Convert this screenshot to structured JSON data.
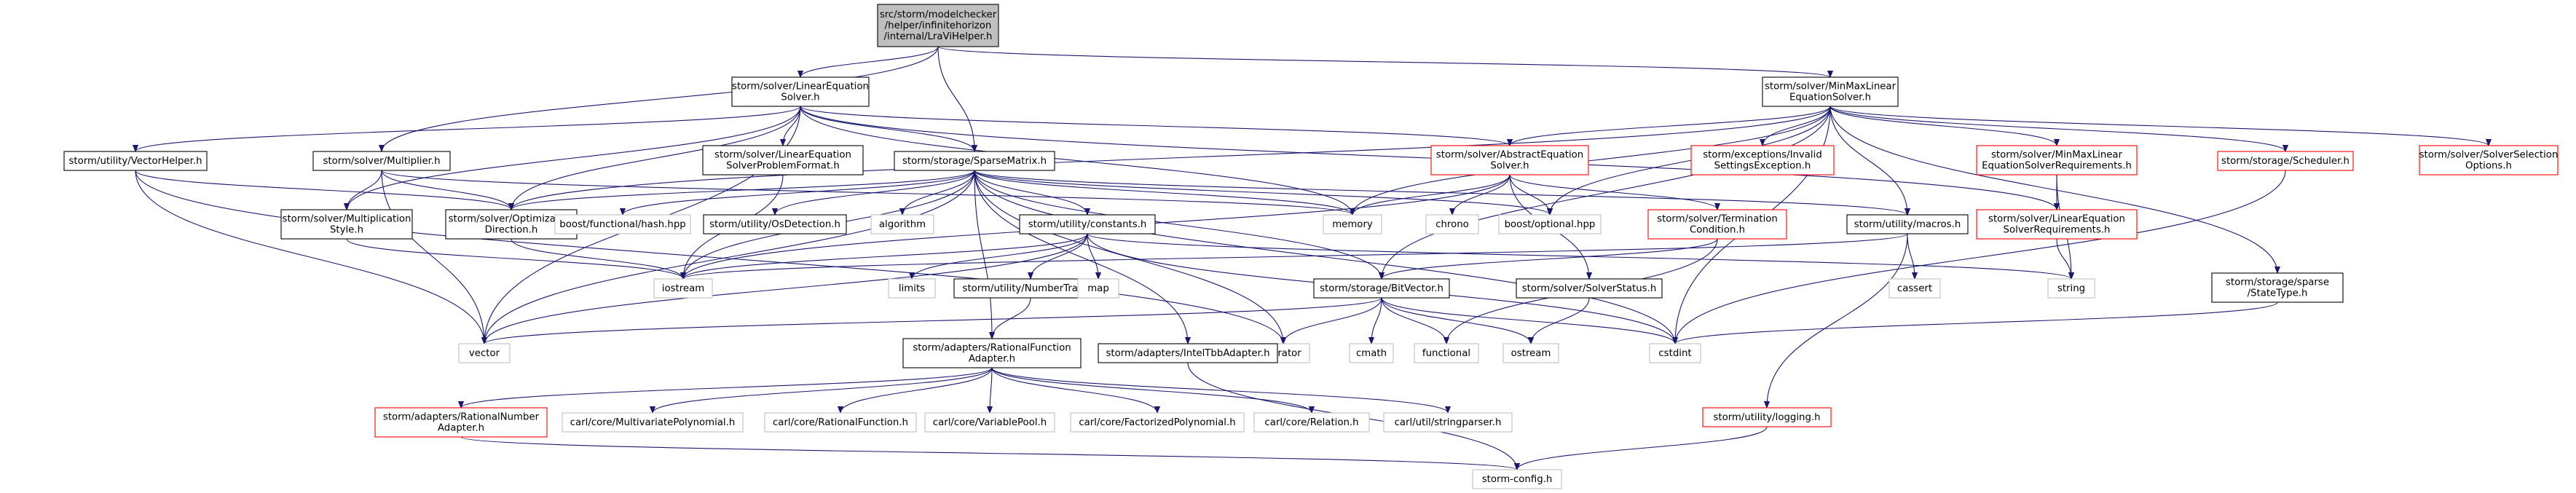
{
  "graph": {
    "root": "src/storm/modelchecker/helper/infinitehorizon/internal/LraViHelper.h",
    "style": {
      "edge_color": "#191970",
      "box_normal": "#000000",
      "box_incomplete": "#ff0000",
      "box_external": "#bfbfbf",
      "root_fill": "#bfbfbf",
      "text_color": "#000000"
    },
    "nodes": [
      {
        "id": "root",
        "lines": [
          "src/storm/modelchecker",
          "/helper/infinitehorizon",
          "/internal/LraViHelper.h"
        ],
        "kind": "root"
      },
      {
        "id": "linsolver",
        "lines": [
          "storm/solver/LinearEquation",
          "Solver.h"
        ],
        "kind": "normal"
      },
      {
        "id": "minmax",
        "lines": [
          "storm/solver/MinMaxLinear",
          "EquationSolver.h"
        ],
        "kind": "normal"
      },
      {
        "id": "vectorhelper",
        "lines": [
          "storm/utility/VectorHelper.h"
        ],
        "kind": "normal"
      },
      {
        "id": "multiplier",
        "lines": [
          "storm/solver/Multiplier.h"
        ],
        "kind": "normal"
      },
      {
        "id": "problemformat",
        "lines": [
          "storm/solver/LinearEquation",
          "SolverProblemFormat.h"
        ],
        "kind": "normal"
      },
      {
        "id": "sparsematrix",
        "lines": [
          "storm/storage/SparseMatrix.h"
        ],
        "kind": "normal"
      },
      {
        "id": "abstracteq",
        "lines": [
          "storm/solver/AbstractEquation",
          "Solver.h"
        ],
        "kind": "incomplete"
      },
      {
        "id": "invalidsettings",
        "lines": [
          "storm/exceptions/Invalid",
          "SettingsException.h"
        ],
        "kind": "incomplete"
      },
      {
        "id": "minmaxreq",
        "lines": [
          "storm/solver/MinMaxLinear",
          "EquationSolverRequirements.h"
        ],
        "kind": "incomplete"
      },
      {
        "id": "scheduler",
        "lines": [
          "storm/storage/Scheduler.h"
        ],
        "kind": "incomplete"
      },
      {
        "id": "selection",
        "lines": [
          "storm/solver/SolverSelection",
          "Options.h"
        ],
        "kind": "incomplete"
      },
      {
        "id": "multstyle",
        "lines": [
          "storm/solver/Multiplication",
          "Style.h"
        ],
        "kind": "normal"
      },
      {
        "id": "optdir",
        "lines": [
          "storm/solver/Optimization",
          "Direction.h"
        ],
        "kind": "normal"
      },
      {
        "id": "hash",
        "lines": [
          "boost/functional/hash.hpp"
        ],
        "kind": "external"
      },
      {
        "id": "osdetect",
        "lines": [
          "storm/utility/OsDetection.h"
        ],
        "kind": "normal"
      },
      {
        "id": "algorithm",
        "lines": [
          "algorithm"
        ],
        "kind": "external"
      },
      {
        "id": "constants",
        "lines": [
          "storm/utility/constants.h"
        ],
        "kind": "normal"
      },
      {
        "id": "memory",
        "lines": [
          "memory"
        ],
        "kind": "external"
      },
      {
        "id": "chrono",
        "lines": [
          "chrono"
        ],
        "kind": "external"
      },
      {
        "id": "optional",
        "lines": [
          "boost/optional.hpp"
        ],
        "kind": "external"
      },
      {
        "id": "termination",
        "lines": [
          "storm/solver/Termination",
          "Condition.h"
        ],
        "kind": "incomplete"
      },
      {
        "id": "macros",
        "lines": [
          "storm/utility/macros.h"
        ],
        "kind": "normal"
      },
      {
        "id": "linreq",
        "lines": [
          "storm/solver/LinearEquation",
          "SolverRequirements.h"
        ],
        "kind": "incomplete"
      },
      {
        "id": "iostream",
        "lines": [
          "iostream"
        ],
        "kind": "external"
      },
      {
        "id": "limits",
        "lines": [
          "limits"
        ],
        "kind": "external"
      },
      {
        "id": "numbertraits",
        "lines": [
          "storm/utility/NumberTraits.h"
        ],
        "kind": "normal"
      },
      {
        "id": "map",
        "lines": [
          "map"
        ],
        "kind": "external"
      },
      {
        "id": "bitvector",
        "lines": [
          "storm/storage/BitVector.h"
        ],
        "kind": "normal"
      },
      {
        "id": "solverstatus",
        "lines": [
          "storm/solver/SolverStatus.h"
        ],
        "kind": "normal"
      },
      {
        "id": "cassert",
        "lines": [
          "cassert"
        ],
        "kind": "external"
      },
      {
        "id": "string",
        "lines": [
          "string"
        ],
        "kind": "external"
      },
      {
        "id": "statetype",
        "lines": [
          "storm/storage/sparse",
          "/StateType.h"
        ],
        "kind": "normal"
      },
      {
        "id": "vector",
        "lines": [
          "vector"
        ],
        "kind": "external"
      },
      {
        "id": "iterator",
        "lines": [
          "iterator"
        ],
        "kind": "external"
      },
      {
        "id": "cmath",
        "lines": [
          "cmath"
        ],
        "kind": "external"
      },
      {
        "id": "functional",
        "lines": [
          "functional"
        ],
        "kind": "external"
      },
      {
        "id": "ostream",
        "lines": [
          "ostream"
        ],
        "kind": "external"
      },
      {
        "id": "cstdint",
        "lines": [
          "cstdint"
        ],
        "kind": "external"
      },
      {
        "id": "ratfuncadapter",
        "lines": [
          "storm/adapters/RationalFunction",
          "Adapter.h"
        ],
        "kind": "normal"
      },
      {
        "id": "inteltbb",
        "lines": [
          "storm/adapters/IntelTbbAdapter.h"
        ],
        "kind": "normal"
      },
      {
        "id": "ratnumadapter",
        "lines": [
          "storm/adapters/RationalNumber",
          "Adapter.h"
        ],
        "kind": "incomplete"
      },
      {
        "id": "multipoly",
        "lines": [
          "carl/core/MultivariatePolynomial.h"
        ],
        "kind": "external"
      },
      {
        "id": "ratfunc",
        "lines": [
          "carl/core/RationalFunction.h"
        ],
        "kind": "external"
      },
      {
        "id": "varpool",
        "lines": [
          "carl/core/VariablePool.h"
        ],
        "kind": "external"
      },
      {
        "id": "factpoly",
        "lines": [
          "carl/core/FactorizedPolynomial.h"
        ],
        "kind": "external"
      },
      {
        "id": "relation",
        "lines": [
          "carl/core/Relation.h"
        ],
        "kind": "external"
      },
      {
        "id": "stringparser",
        "lines": [
          "carl/util/stringparser.h"
        ],
        "kind": "external"
      },
      {
        "id": "logging",
        "lines": [
          "storm/utility/logging.h"
        ],
        "kind": "incomplete"
      },
      {
        "id": "stormconfig",
        "lines": [
          "storm-config.h"
        ],
        "kind": "external"
      }
    ],
    "edges": [
      [
        "root",
        "linsolver"
      ],
      [
        "root",
        "minmax"
      ],
      [
        "root",
        "multiplier"
      ],
      [
        "root",
        "sparsematrix"
      ],
      [
        "linsolver",
        "vectorhelper"
      ],
      [
        "linsolver",
        "multstyle"
      ],
      [
        "linsolver",
        "optdir"
      ],
      [
        "linsolver",
        "problemformat"
      ],
      [
        "linsolver",
        "sparsematrix"
      ],
      [
        "linsolver",
        "abstracteq"
      ],
      [
        "linsolver",
        "memory"
      ],
      [
        "linsolver",
        "linreq"
      ],
      [
        "linsolver",
        "vector"
      ],
      [
        "minmax",
        "abstracteq"
      ],
      [
        "minmax",
        "optdir"
      ],
      [
        "minmax",
        "invalidsettings"
      ],
      [
        "minmax",
        "minmaxreq"
      ],
      [
        "minmax",
        "scheduler"
      ],
      [
        "minmax",
        "selection"
      ],
      [
        "minmax",
        "macros"
      ],
      [
        "minmax",
        "memory"
      ],
      [
        "minmax",
        "optional"
      ],
      [
        "minmax",
        "statetype"
      ],
      [
        "minmax",
        "bitvector"
      ],
      [
        "minmax",
        "cstdint"
      ],
      [
        "vectorhelper",
        "optdir"
      ],
      [
        "vectorhelper",
        "vector"
      ],
      [
        "vectorhelper",
        "iterator"
      ],
      [
        "multiplier",
        "multstyle"
      ],
      [
        "multiplier",
        "optdir"
      ],
      [
        "multiplier",
        "memory"
      ],
      [
        "multiplier",
        "vector"
      ],
      [
        "problemformat",
        "iostream"
      ],
      [
        "sparsematrix",
        "hash"
      ],
      [
        "sparsematrix",
        "osdetect"
      ],
      [
        "sparsematrix",
        "algorithm"
      ],
      [
        "sparsematrix",
        "constants"
      ],
      [
        "sparsematrix",
        "memory"
      ],
      [
        "sparsematrix",
        "optional"
      ],
      [
        "sparsematrix",
        "macros"
      ],
      [
        "sparsematrix",
        "bitvector"
      ],
      [
        "sparsematrix",
        "ratfuncadapter"
      ],
      [
        "sparsematrix",
        "inteltbb"
      ],
      [
        "sparsematrix",
        "iostream"
      ],
      [
        "sparsematrix",
        "vector"
      ],
      [
        "sparsematrix",
        "iterator"
      ],
      [
        "sparsematrix",
        "cstdint"
      ],
      [
        "sparsematrix",
        "optdir"
      ],
      [
        "abstracteq",
        "termination"
      ],
      [
        "abstracteq",
        "solverstatus"
      ],
      [
        "abstracteq",
        "memory"
      ],
      [
        "abstracteq",
        "chrono"
      ],
      [
        "abstracteq",
        "optional"
      ],
      [
        "abstracteq",
        "iostream"
      ],
      [
        "minmaxreq",
        "linreq"
      ],
      [
        "minmaxreq",
        "string"
      ],
      [
        "scheduler",
        "cstdint"
      ],
      [
        "multstyle",
        "iostream"
      ],
      [
        "optdir",
        "iostream"
      ],
      [
        "constants",
        "limits"
      ],
      [
        "constants",
        "map"
      ],
      [
        "constants",
        "numbertraits"
      ],
      [
        "constants",
        "iostream"
      ],
      [
        "constants",
        "vector"
      ],
      [
        "constants",
        "cstdint"
      ],
      [
        "constants",
        "string"
      ],
      [
        "termination",
        "bitvector"
      ],
      [
        "termination",
        "functional"
      ],
      [
        "macros",
        "iostream"
      ],
      [
        "macros",
        "cassert"
      ],
      [
        "macros",
        "logging"
      ],
      [
        "linreq",
        "string"
      ],
      [
        "bitvector",
        "vector"
      ],
      [
        "bitvector",
        "iterator"
      ],
      [
        "bitvector",
        "cmath"
      ],
      [
        "bitvector",
        "functional"
      ],
      [
        "bitvector",
        "ostream"
      ],
      [
        "bitvector",
        "cstdint"
      ],
      [
        "solverstatus",
        "ostream"
      ],
      [
        "statetype",
        "cstdint"
      ],
      [
        "numbertraits",
        "ratfuncadapter"
      ],
      [
        "ratfuncadapter",
        "ratnumadapter"
      ],
      [
        "ratfuncadapter",
        "multipoly"
      ],
      [
        "ratfuncadapter",
        "ratfunc"
      ],
      [
        "ratfuncadapter",
        "varpool"
      ],
      [
        "ratfuncadapter",
        "factpoly"
      ],
      [
        "ratfuncadapter",
        "relation"
      ],
      [
        "ratfuncadapter",
        "stringparser"
      ],
      [
        "ratnumadapter",
        "stormconfig"
      ],
      [
        "inteltbb",
        "stormconfig"
      ],
      [
        "logging",
        "stormconfig"
      ]
    ]
  }
}
